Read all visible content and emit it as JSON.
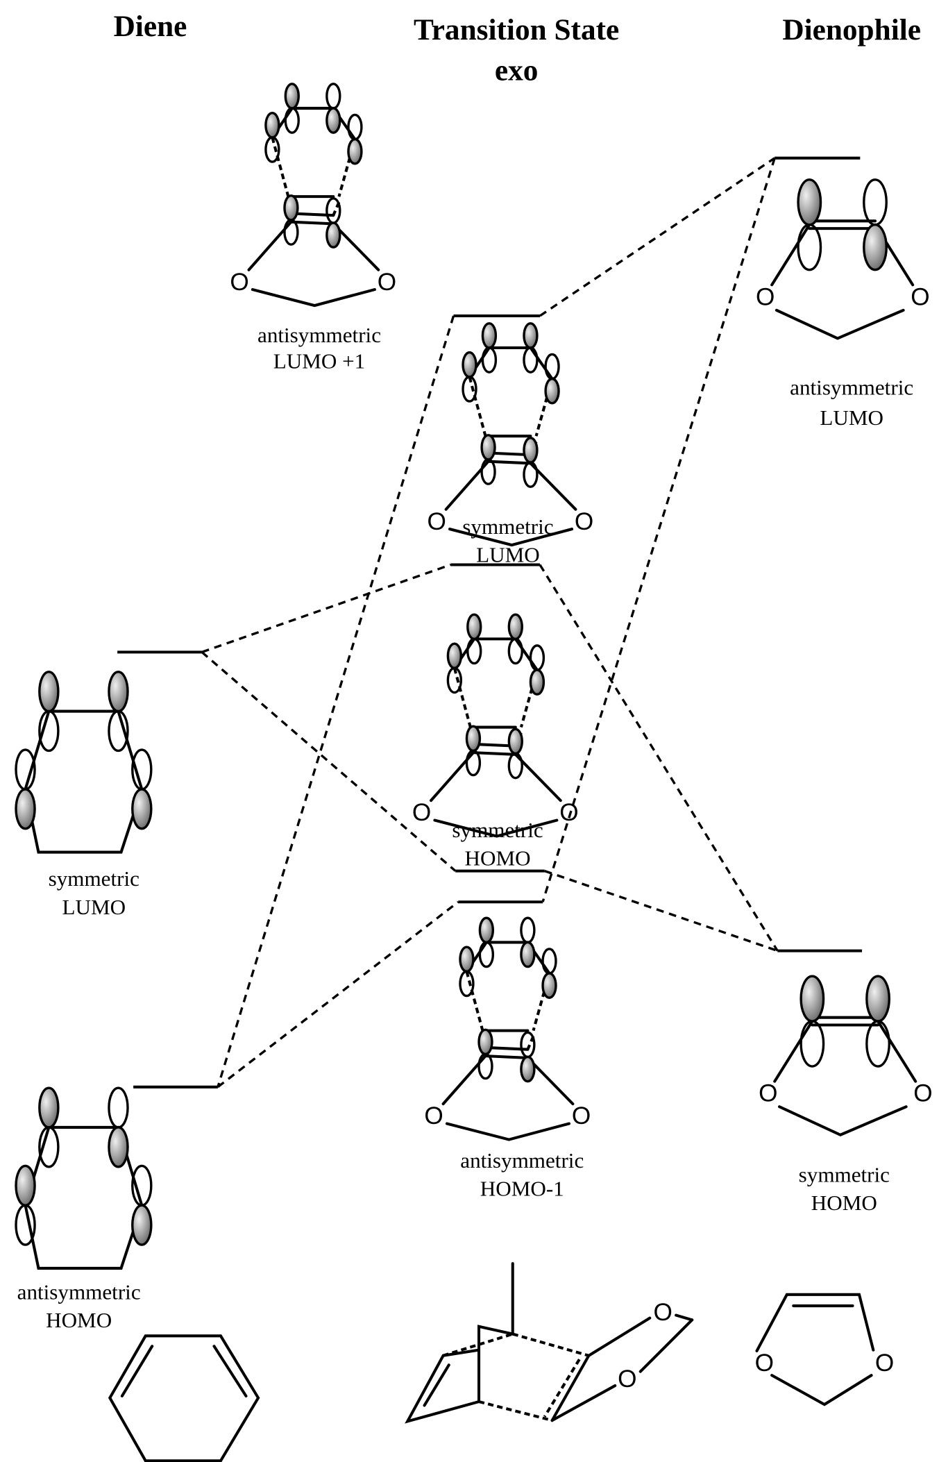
{
  "headers": {
    "diene": "Diene",
    "ts_line1": "Transition State",
    "ts_line2": "exo",
    "dienophile": "Dienophile"
  },
  "atom_O": "O",
  "labels": {
    "ts_lumo_plus1": [
      "antisymmetric",
      "LUMO +1"
    ],
    "ts_lumo": [
      "symmetric",
      "LUMO"
    ],
    "ts_homo": [
      "symmetric",
      "HOMO"
    ],
    "ts_homo_minus1": [
      "antisymmetric",
      "HOMO-1"
    ],
    "diene_lumo": [
      "symmetric",
      "LUMO"
    ],
    "diene_homo": [
      "antisymmetric",
      "HOMO"
    ],
    "dienophile_lumo": [
      "antisymmetric",
      "LUMO"
    ],
    "dienophile_homo": [
      "symmetric",
      "HOMO"
    ]
  },
  "colors": {
    "line": "#000000",
    "lobe_shade": "#8a8a8a"
  }
}
